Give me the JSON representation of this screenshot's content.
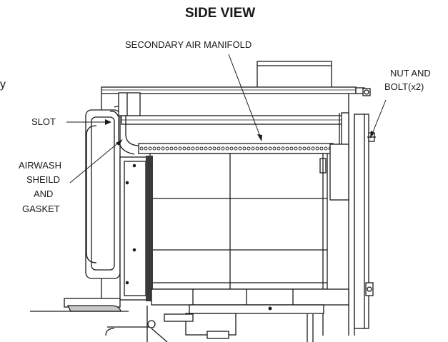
{
  "title": "SIDE VIEW",
  "labels": {
    "manifold": "SECONDARY AIR MANIFOLD",
    "nut_bolt_1": "NUT AND",
    "nut_bolt_2": "BOLT(x2)",
    "slot": "SLOT",
    "airwash_1": "AIRWASH",
    "airwash_2": "SHEILD",
    "airwash_3": "AND",
    "airwash_4": "GASKET",
    "edge_fragment": "y"
  },
  "colors": {
    "line": "#1a1a1a",
    "background": "#ffffff",
    "shade": "#c9c9c9"
  }
}
